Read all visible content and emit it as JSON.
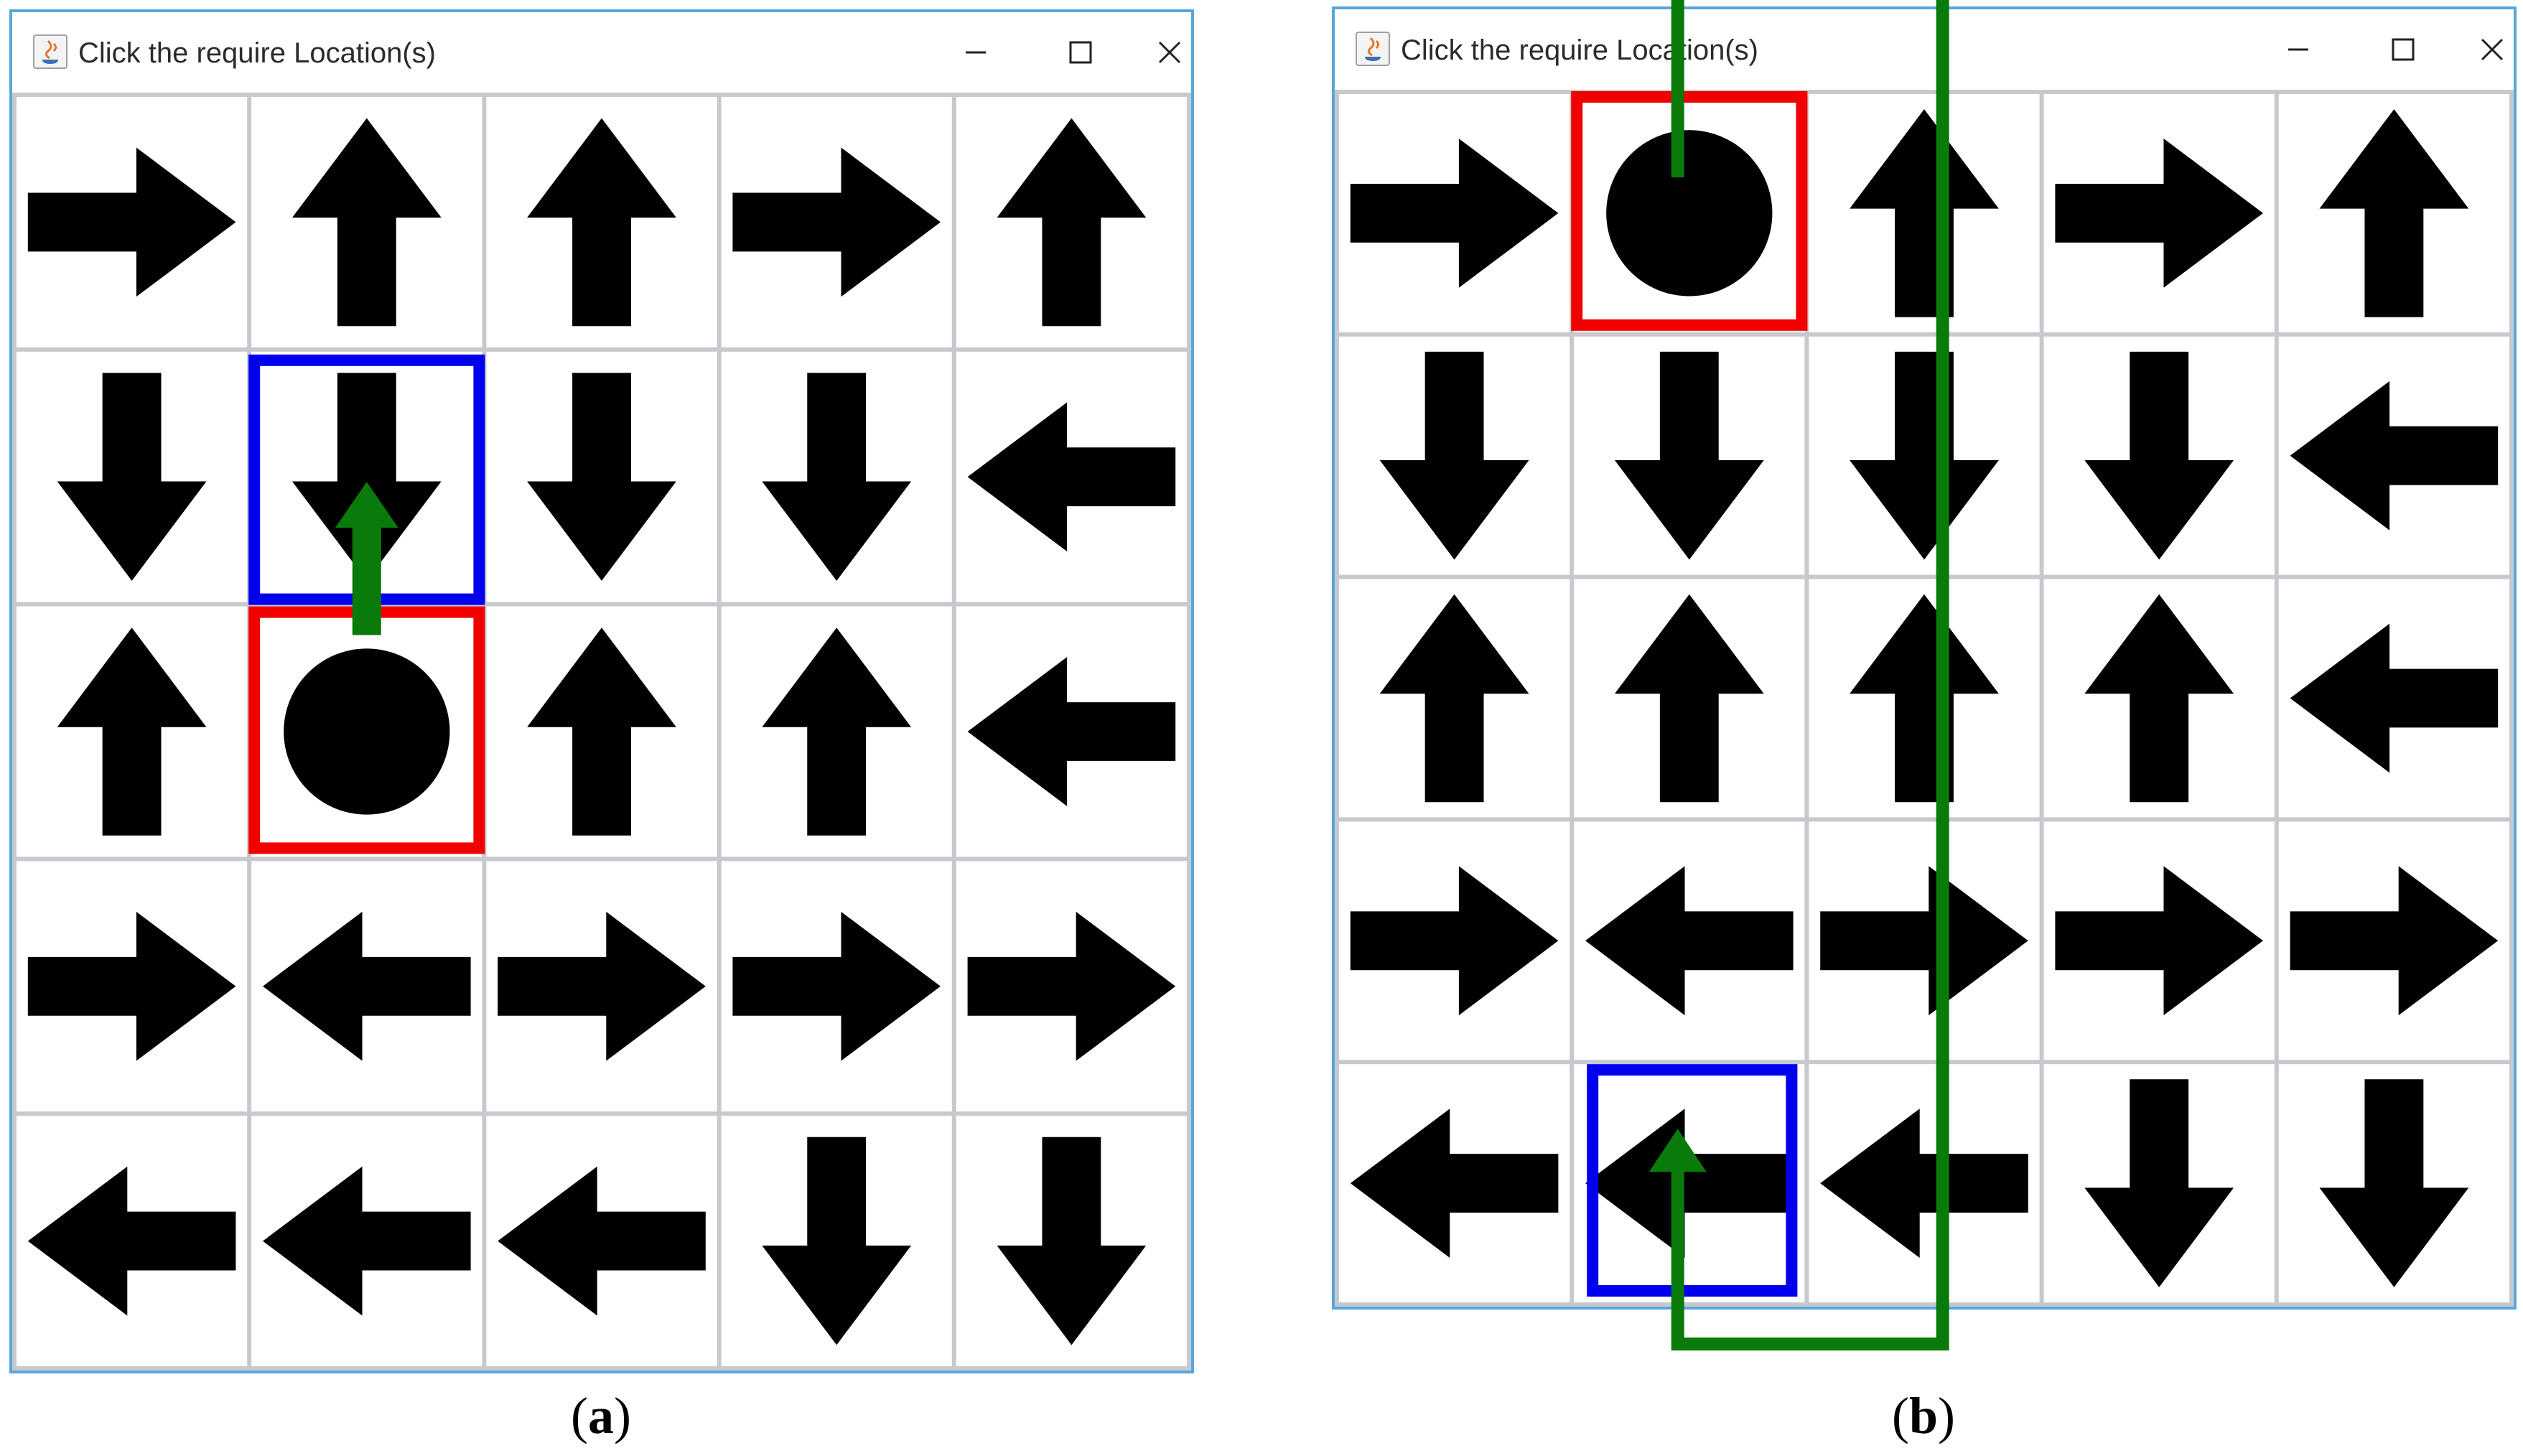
{
  "panels": [
    {
      "window_title": "Click the require Location(s)",
      "caption_open": "(",
      "caption_letter": "a",
      "caption_close": ")",
      "grid": [
        [
          "right",
          "up",
          "up",
          "right",
          "up"
        ],
        [
          "down",
          "down",
          "down",
          "down",
          "left"
        ],
        [
          "up",
          "circle",
          "up",
          "up",
          "left"
        ],
        [
          "right",
          "left",
          "right",
          "right",
          "right"
        ],
        [
          "left",
          "left",
          "left",
          "down",
          "down"
        ]
      ],
      "start_cell": {
        "row": 2,
        "col": 1
      },
      "target_cell": {
        "row": 1,
        "col": 1
      },
      "path_cells": [
        [
          2,
          1
        ],
        [
          1,
          1
        ]
      ]
    },
    {
      "window_title": "Click the require Location(s)",
      "caption_open": "(",
      "caption_letter": "b",
      "caption_close": ")",
      "grid": [
        [
          "right",
          "circle",
          "up",
          "right",
          "up"
        ],
        [
          "down",
          "down",
          "down",
          "down",
          "left"
        ],
        [
          "up",
          "up",
          "up",
          "up",
          "left"
        ],
        [
          "right",
          "left",
          "right",
          "right",
          "right"
        ],
        [
          "left",
          "left",
          "left",
          "down",
          "down"
        ]
      ],
      "start_cell": {
        "row": 0,
        "col": 1
      },
      "target_cell": {
        "row": 4,
        "col": 1
      }
    }
  ],
  "icons": {
    "app": "java-app-icon",
    "minimize": "minimize-icon",
    "maximize": "maximize-icon",
    "close": "close-icon"
  },
  "colors": {
    "window_border": "#58a6dc",
    "start_marker": "#f20000",
    "target_marker": "#0000ee",
    "path": "#0a7a0a",
    "arrow": "#000000",
    "grid_line": "#c6c9ce"
  }
}
